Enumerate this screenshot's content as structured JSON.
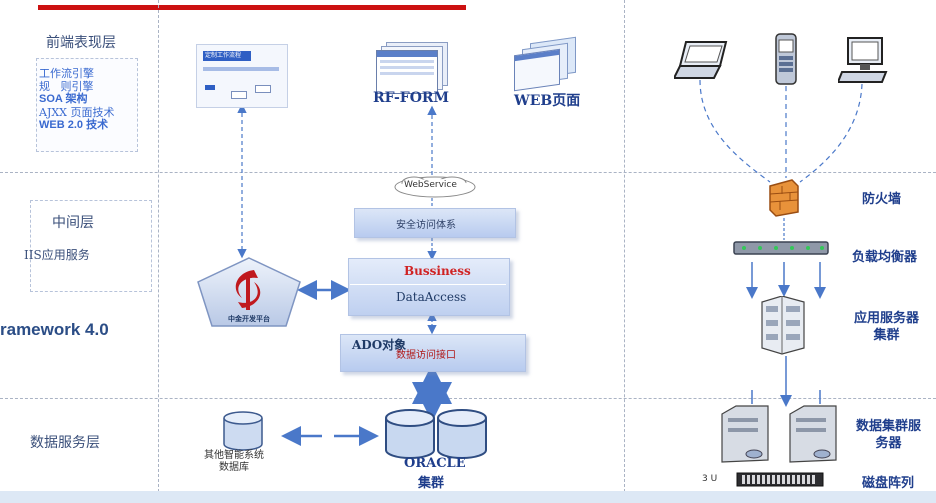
{
  "layers": {
    "front": "前端表现层",
    "middle": "中间层",
    "data": "数据服务层"
  },
  "front_tech": {
    "line1": "工作流引擎",
    "line2": "规   则引擎",
    "line3": "SOA 架构",
    "line4": "AJXX 页面技术",
    "line5": "WEB 2.0 技术"
  },
  "middle_service": "IIS应用服务",
  "framework_label": "ramework 4.0",
  "front_icons": {
    "workflow_title": "定制工作流程",
    "rf_form": "RF-FORM",
    "web_pages": "WEB页面"
  },
  "center": {
    "webservice": "WebService",
    "security": "安全访问体系",
    "bussiness": "Bussiness",
    "dataaccess": "DataAccess",
    "ado": "ADO对象",
    "data_interface": "数据访问接口",
    "platform_logo_text": "中金开发平台"
  },
  "database": {
    "other_db": "其他智能系统\n数据库",
    "oracle": "ORACLE",
    "cluster": "集群"
  },
  "right": {
    "firewall": "防火墙",
    "load_balancer": "负载均衡器",
    "app_server_cluster": "应用服务器\n集群",
    "data_cluster_server": "数据集群服\n务器",
    "disk_array": "磁盘阵列",
    "disk_unit": "3 U"
  },
  "colors": {
    "red_bar": "#cc1111",
    "layer_text": "#3a4f7a",
    "accent_blue": "#1f3e8c",
    "tech_blue": "#3a6ad0",
    "connector": "#4a78c9"
  }
}
